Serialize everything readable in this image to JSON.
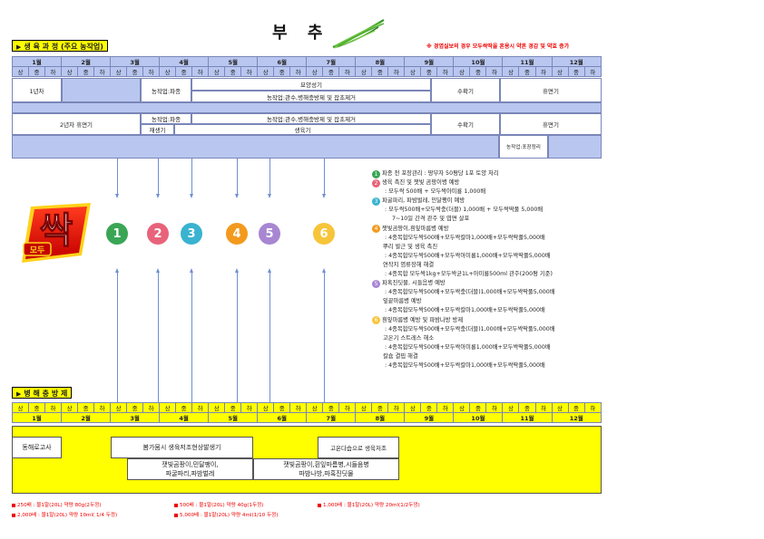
{
  "header": {
    "title": "부 추",
    "warning": "※ 경엽실보의 경우 모두싹딱을 혼용시 약흔 경감 및 약효 증가"
  },
  "growth": {
    "section_label": "생 육 과 정 (주요 농작업)",
    "months": [
      "1월",
      "2월",
      "3월",
      "4월",
      "5월",
      "6월",
      "7월",
      "8월",
      "9월",
      "10월",
      "11월",
      "12월"
    ],
    "periods": [
      "상",
      "중",
      "하"
    ],
    "row1": {
      "year": "1년차",
      "sowing": "농작업:파종",
      "seedling": "묘양성기",
      "work": "농작업:관수,병해충방제 및 잡초제거",
      "harvest": "수확기",
      "rest": "휴면기"
    },
    "row2": {
      "year": "2년차 휴면기",
      "sowing": "농작업:파종",
      "regrow": "재생기",
      "work": "농작업:관수,병해충방제 및 잡초제거",
      "growth": "생육기",
      "harvest": "수확기",
      "rest": "휴면기",
      "cleanup": "농작업:포장정리"
    }
  },
  "logo": {
    "main": "싹",
    "sub": "모두"
  },
  "markers": [
    {
      "num": "1",
      "color": "#3aa655"
    },
    {
      "num": "2",
      "color": "#e8637a"
    },
    {
      "num": "3",
      "color": "#3ab3d0"
    },
    {
      "num": "4",
      "color": "#f39a1e"
    },
    {
      "num": "5",
      "color": "#a886d2"
    },
    {
      "num": "6",
      "color": "#f7c53a"
    }
  ],
  "legend": [
    {
      "num": "1",
      "color": "#3aa655",
      "head": "파종 전 포장관리 : 땅부자 50평당 1포 토양 처리",
      "lines": []
    },
    {
      "num": "2",
      "color": "#e8637a",
      "head": "생육 촉진 및 잿빛 곰팡이병 예방",
      "lines": [
        ": 모두싹 500배 + 모두싹아미룡 1,000배"
      ]
    },
    {
      "num": "3",
      "color": "#3ab3d0",
      "head": "파굴파리, 파밤벌레, 민달팽이 예방",
      "lines": [
        ": 모두싹500배+모두싹충(더블) 1,000배 + 모두싹딱풀 5,000배",
        "7~10일 간격 관주 및 엽면 살포"
      ]
    },
    {
      "num": "4",
      "color": "#f39a1e",
      "head": "잿빛곰팡이,흰잎마름병 예방",
      "lines": [
        ": 4종복합모두싹500배+모두싹칼마1,000배+모두싹딱풀5,000배",
        "뿌리 발근 및 생육 촉진",
        ": 4종복합모두싹500배+모두싹아미룡1,000배+모두싹딱풀5,000배",
        "연작지 염류장해 해결",
        ": 4종복합 모두싹1kg+모두싹균1L+아미룡500ml 관주(200평 기준)"
      ]
    },
    {
      "num": "5",
      "color": "#a886d2",
      "head": "파혹진딧물, 시들음병 예방",
      "lines": [
        ": 4종복합모두싹500배+모두싹충(더블)1,000배+모두싹딱풀5,000배",
        "잎끝마름병 예방",
        ": 4종복합모두싹500배+모두싹칼마1,000배+모두싹딱풀5,000배"
      ]
    },
    {
      "num": "6",
      "color": "#f7c53a",
      "head": "흰잎마름병 예방 및 파밤나방 방제",
      "lines": [
        ": 4종복합모두싹500배+모두싹충(더블)1,000배+모두싹딱풀5,000배",
        "고온기 스트레스 해소",
        ": 4종복합모두싹500배+모두싹아미룡1,000배+모두싹딱풀5,000배",
        "칼슘 결핍 해결",
        ": 4종복합모두싹500배+모두싹칼마1,000배+모두싹딱풀5,000배"
      ]
    }
  ],
  "pest": {
    "section_label": "병 해 충 방 제",
    "b1": "동해로고사",
    "b2": "봄가뭄시 생육저조현상발생기",
    "b3": "고온다습으로 생육저조",
    "t1": "잿빛곰팡이,민달팽이,",
    "t1b": "파굴파리,파밤벌레",
    "t2": "잿빛곰팡이,흰잎마름병,시들음병",
    "t2b": "파밤나방,파혹진딧물"
  },
  "notes": [
    "250배 : 물1말(20L) 약량 80g(2두껑)",
    "500배 : 물1말(20L) 약량 40g(1두껑)",
    "1,000배 : 물1말(20L) 약량 20ml(1/2두껑)",
    "2,000배 : 물1말(20L) 약량 10ml( 1/4 두껑)",
    "5,000배 : 물1말(20L) 약량 4ml(1/10 두껑)"
  ]
}
